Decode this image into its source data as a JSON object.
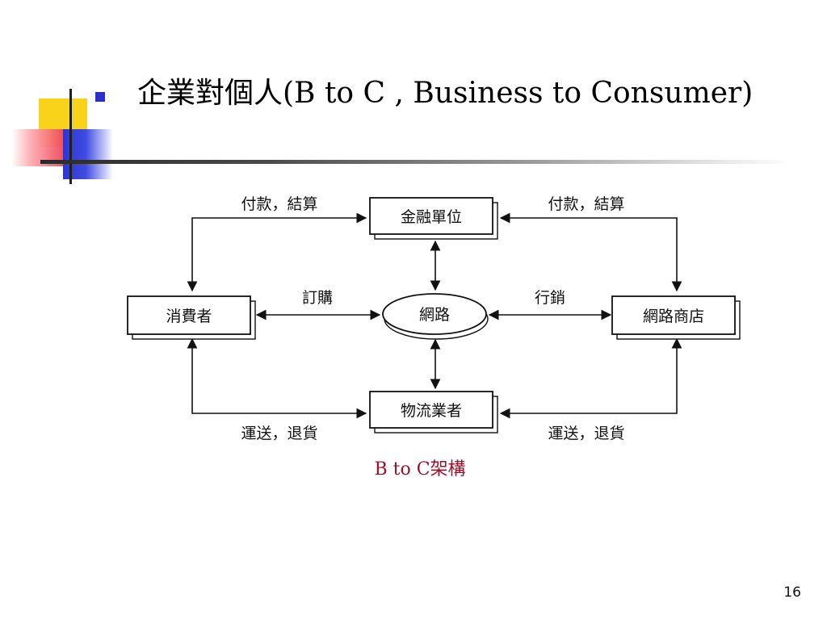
{
  "slide": {
    "title": "企業對個人(B to C , Business to Consumer)",
    "caption": "B to C架構",
    "page_number": "16",
    "caption_color": "#a0102a",
    "bullet_color": "#2a2fc9"
  },
  "diagram": {
    "nodes": {
      "finance": "金融單位",
      "consumer": "消費者",
      "network": "網路",
      "store": "網路商店",
      "logistics": "物流業者"
    },
    "edges": {
      "pay_left": "付款，結算",
      "pay_right": "付款，結算",
      "order": "訂購",
      "marketing": "行銷",
      "ship_left": "運送，退貨",
      "ship_right": "運送，退貨"
    }
  }
}
